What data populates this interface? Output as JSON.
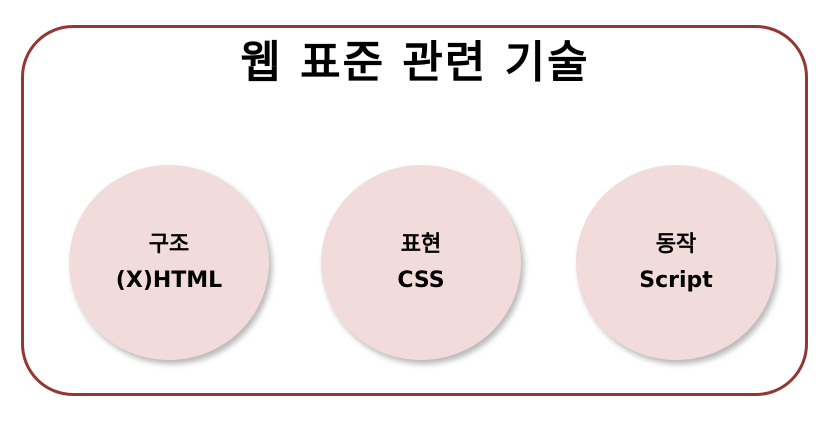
{
  "title": "웹 표준 관련 기술",
  "colors": {
    "frame_border": "#943634",
    "circle_fill": "#f2dcdb"
  },
  "items": [
    {
      "line1": "구조",
      "line2": "(X)HTML"
    },
    {
      "line1": "표현",
      "line2": "CSS"
    },
    {
      "line1": "동작",
      "line2": "Script"
    }
  ]
}
